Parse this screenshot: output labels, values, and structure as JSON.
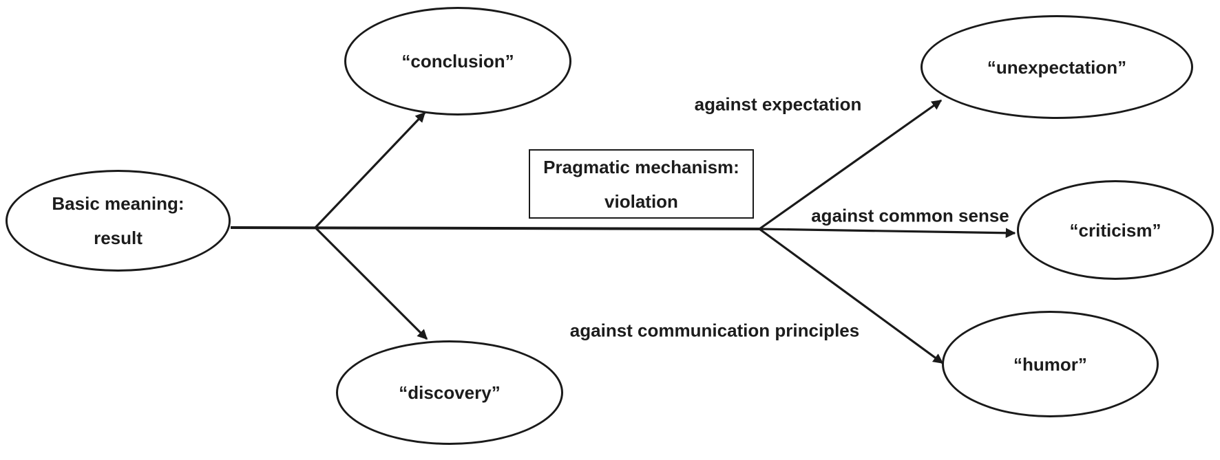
{
  "styles": {
    "stroke_color": "#1a1a1a",
    "text_color": "#1c1c1c",
    "background_color": "#ffffff"
  },
  "nodes": {
    "basic_meaning": {
      "line1": "Basic meaning:",
      "line2": "result"
    },
    "conclusion": {
      "label": "“conclusion”"
    },
    "discovery": {
      "label": "“discovery”"
    },
    "pragmatic_box": {
      "line1": "Pragmatic mechanism:",
      "line2": "violation"
    },
    "unexpectation": {
      "label": "“unexpectation”"
    },
    "criticism": {
      "label": "“criticism”"
    },
    "humor": {
      "label": "“humor”"
    }
  },
  "edge_labels": {
    "expectation": "against expectation",
    "common_sense": "against common sense",
    "communication": "against communication principles"
  }
}
